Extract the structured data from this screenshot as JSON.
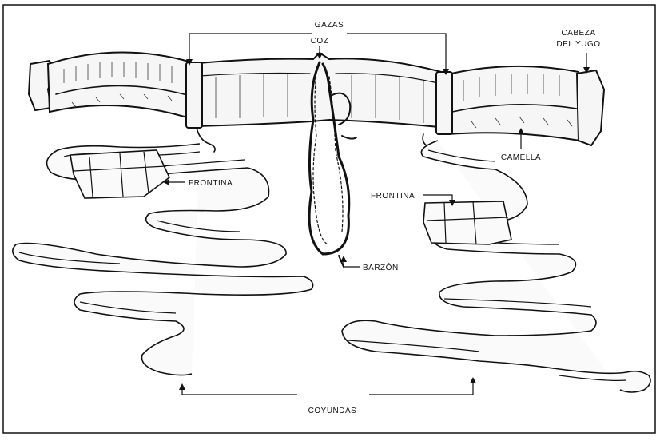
{
  "labels": {
    "gazas": "GAZAS",
    "coz": "COZ",
    "cabeza_line1": "CABEZA",
    "cabeza_line2": "DEL YUGO",
    "camella": "CAMELLA",
    "frontina_left": "FRONTINA",
    "frontina_right": "FRONTINA",
    "barzon": "BARZÓN",
    "coyundas": "COYUNDAS"
  },
  "colors": {
    "ink": "#111111",
    "paper": "#ffffff"
  }
}
